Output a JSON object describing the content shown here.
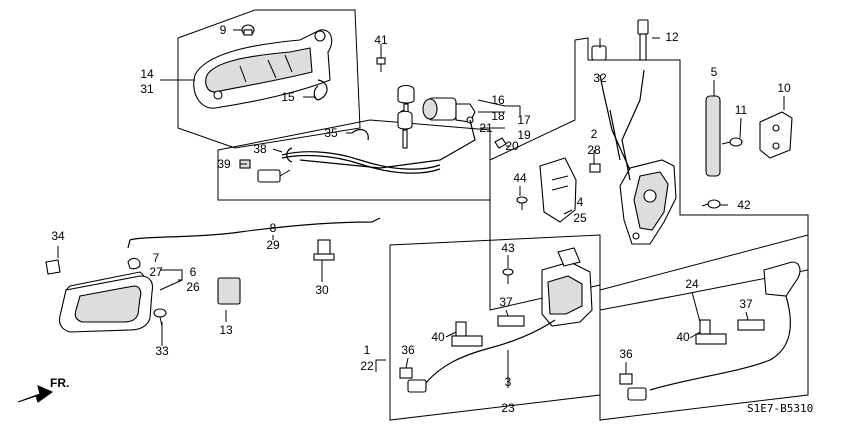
{
  "diagram": {
    "code": "S1E7-B5310",
    "direction": "FR.",
    "labels": {
      "p1": "1",
      "p22": "22",
      "p2": "2",
      "p28": "28",
      "p3": "3",
      "p23": "23",
      "p4": "4",
      "p25": "25",
      "p5": "5",
      "p6": "6",
      "p26": "26",
      "p7": "7",
      "p27": "27",
      "p8": "8",
      "p29": "29",
      "p9": "9",
      "p10": "10",
      "p11": "11",
      "p12": "12",
      "p13": "13",
      "p14": "14",
      "p31": "31",
      "p15": "15",
      "p16": "16",
      "p18": "18",
      "p17": "17",
      "p19": "19",
      "p20": "20",
      "p21": "21",
      "p24": "24",
      "p30": "30",
      "p32": "32",
      "p33": "33",
      "p34": "34",
      "p35": "35",
      "p36a": "36",
      "p36b": "36",
      "p37a": "37",
      "p37b": "37",
      "p38": "38",
      "p39": "39",
      "p40a": "40",
      "p40b": "40",
      "p41": "41",
      "p42": "42",
      "p43": "43",
      "p44": "44"
    }
  }
}
